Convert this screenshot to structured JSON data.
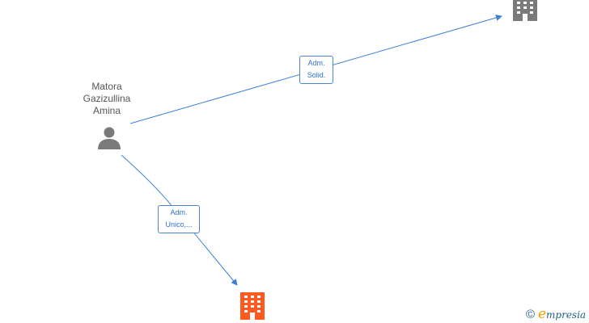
{
  "nodes": {
    "person": {
      "name_lines": [
        "Matora",
        "Gazizullina",
        "Amina"
      ],
      "icon": "person-icon",
      "color": "#7a7a7a"
    },
    "company_top": {
      "icon": "building-icon",
      "color": "#7a7a7a"
    },
    "company_bottom": {
      "icon": "building-icon",
      "color": "#ff5a1f"
    }
  },
  "edges": [
    {
      "from": "person",
      "to": "company_top",
      "label_lines": [
        "Adm.",
        "Solid."
      ]
    },
    {
      "from": "person",
      "to": "company_bottom",
      "label_lines": [
        "Adm.",
        "Unico,..."
      ]
    }
  ],
  "edge_color": "#3f7fd6",
  "watermark": {
    "copyright": "©",
    "brand_initial": "e",
    "brand_rest": "mpresia"
  }
}
